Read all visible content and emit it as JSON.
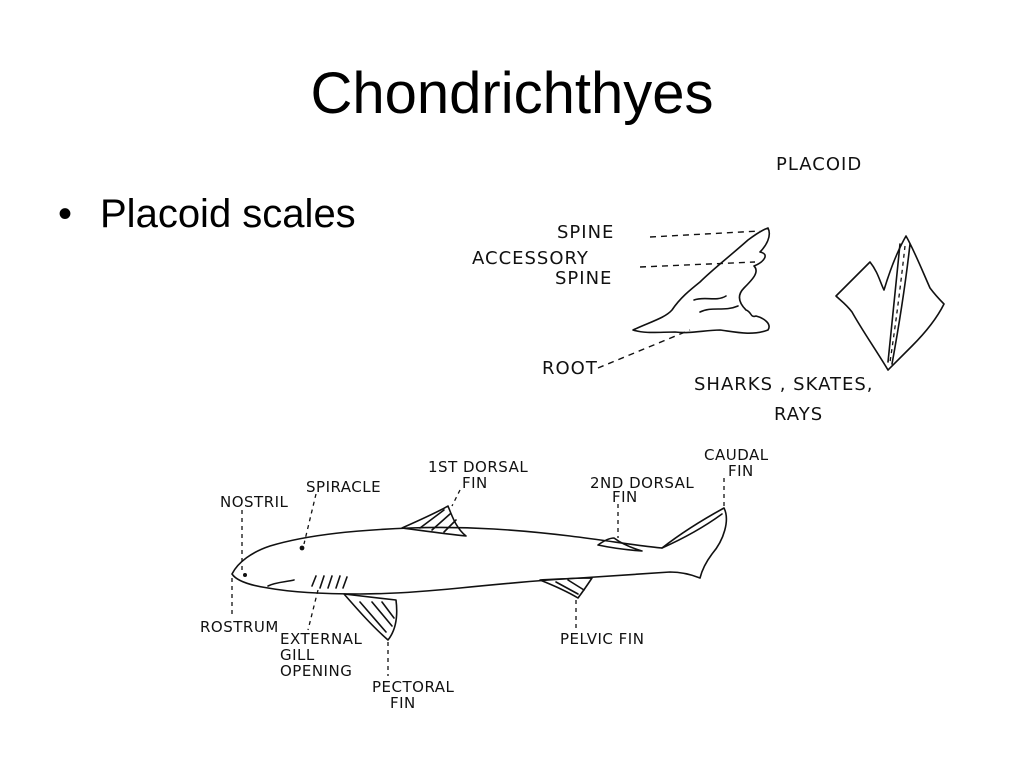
{
  "slide": {
    "title": "Chondrichthyes",
    "bullets": [
      "Placoid scales"
    ]
  },
  "scale_diagram": {
    "heading": "PLACOID",
    "labels": {
      "spine": "SPINE",
      "accessory_1": "ACCESSORY",
      "accessory_2": "SPINE",
      "root": "ROOT"
    },
    "caption_1": "SHARKS , SKATES,",
    "caption_2": "RAYS"
  },
  "shark_diagram": {
    "labels": {
      "nostril": "NOSTRIL",
      "spiracle": "SPIRACLE",
      "first_dorsal_1": "1ST DORSAL",
      "first_dorsal_2": "FIN",
      "second_dorsal_1": "2ND DORSAL",
      "second_dorsal_2": "FIN",
      "caudal_1": "CAUDAL",
      "caudal_2": "FIN",
      "rostrum": "ROSTRUM",
      "gill_1": "EXTERNAL",
      "gill_2": "GILL",
      "gill_3": "OPENING",
      "pectoral_1": "PECTORAL",
      "pectoral_2": "FIN",
      "pelvic": "PELVIC FIN"
    }
  }
}
